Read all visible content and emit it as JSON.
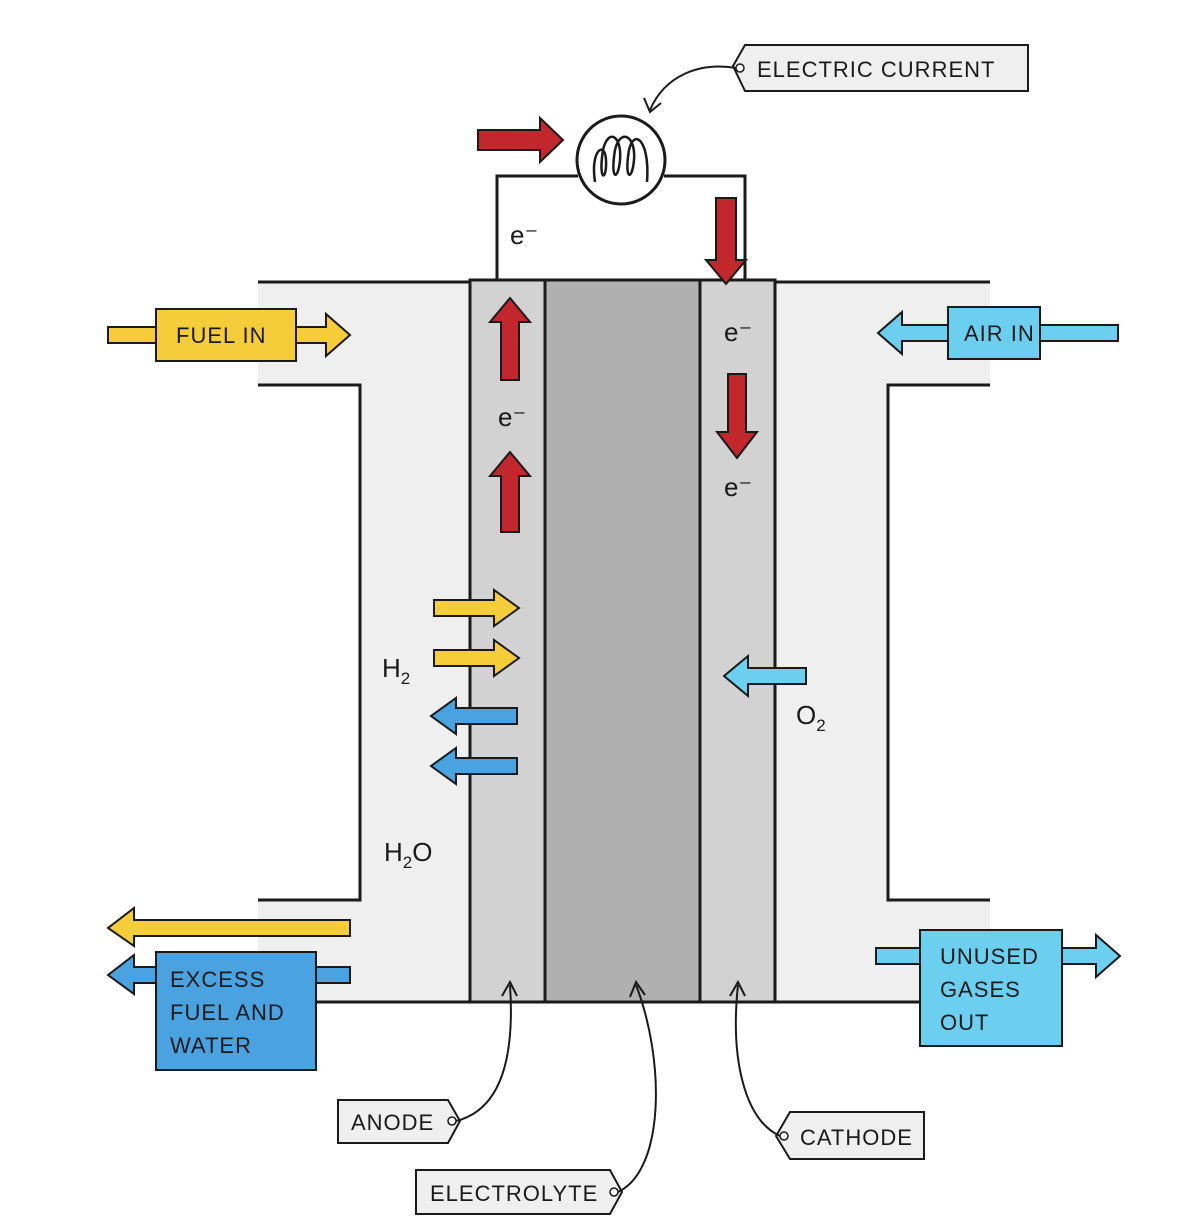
{
  "labels": {
    "electric_current": "ELECTRIC   CURRENT",
    "fuel_in": "FUEL  IN",
    "air_in": "AIR  IN",
    "excess_1": "EXCESS",
    "excess_2": "FUEL  AND",
    "excess_3": "WATER",
    "unused_1": "UNUSED",
    "unused_2": "GASES",
    "unused_3": "OUT",
    "anode": "ANODE",
    "electrolyte": "ELECTROLYTE",
    "cathode": "CATHODE"
  },
  "chem": {
    "electron": "e⁻",
    "h2_main": "H",
    "h2_sub": "2",
    "o2_main": "O",
    "o2_sub": "2",
    "h2o_h": "H",
    "h2o_sub": "2",
    "h2o_o": "O"
  },
  "colors": {
    "red": "#c1272d",
    "yellow": "#f5cc3a",
    "blue": "#4aa3e0",
    "lightblue": "#6dcff0",
    "electrolyte": "#b0b0b0",
    "electrode": "#d2d2d2",
    "housing": "#efefef"
  }
}
